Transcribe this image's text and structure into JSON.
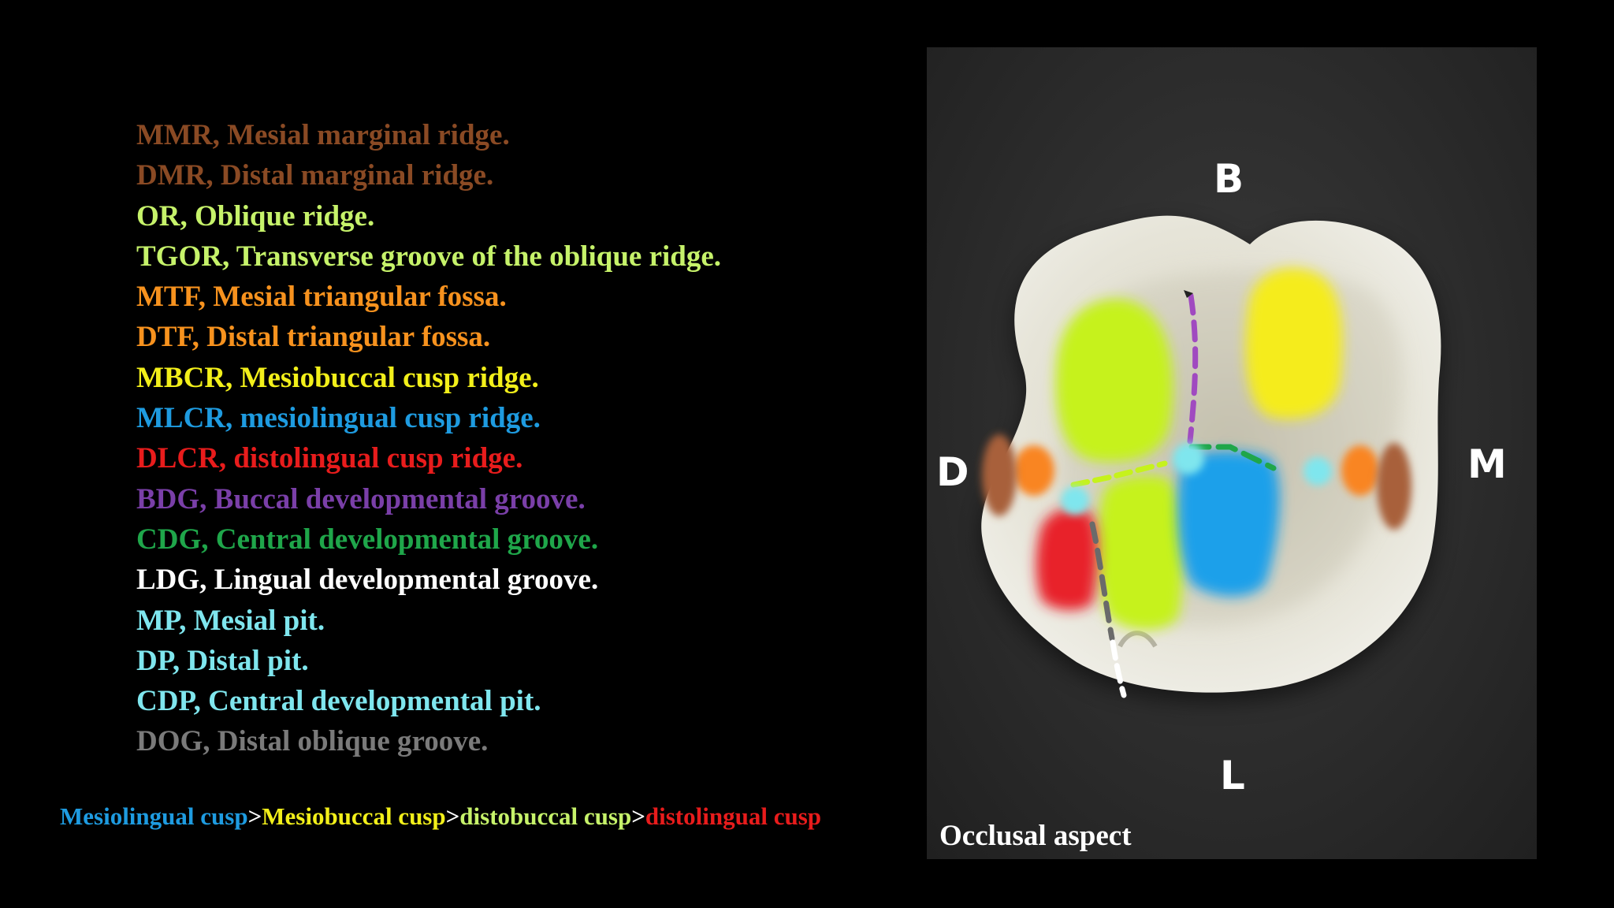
{
  "legend": [
    {
      "text": "MMR, Mesial marginal ridge.",
      "color": "#8a4a24"
    },
    {
      "text": "DMR, Distal marginal ridge.",
      "color": "#8a4a24"
    },
    {
      "text": "OR, Oblique ridge.",
      "color": "#c6f26a"
    },
    {
      "text": "TGOR, Transverse groove of the oblique ridge.",
      "color": "#c6f26a"
    },
    {
      "text": "MTF, Mesial triangular fossa.",
      "color": "#f7921e"
    },
    {
      "text": "DTF, Distal triangular fossa.",
      "color": "#f7921e"
    },
    {
      "text": "MBCR, Mesiobuccal cusp ridge.",
      "color": "#f2ef1a"
    },
    {
      "text": "MLCR, mesiolingual cusp ridge.",
      "color": "#1e9be0"
    },
    {
      "text": "DLCR, distolingual cusp ridge.",
      "color": "#e81c1c"
    },
    {
      "text": "BDG, Buccal developmental groove.",
      "color": "#7a3fa8"
    },
    {
      "text": "CDG, Central developmental groove.",
      "color": "#1fa64a"
    },
    {
      "text": "LDG, Lingual developmental groove.",
      "color": "#ffffff"
    },
    {
      "text": "MP, Mesial pit.",
      "color": "#7fe6ee"
    },
    {
      "text": "DP, Distal pit.",
      "color": "#7fe6ee"
    },
    {
      "text": "CDP, Central developmental pit.",
      "color": "#7fe6ee"
    },
    {
      "text": "DOG, Distal oblique groove.",
      "color": "#7a7a7a"
    }
  ],
  "cusp_order": [
    {
      "text": "Mesiolingual cusp",
      "color": "#1e9be0"
    },
    {
      "text": ">",
      "color": "#ffffff"
    },
    {
      "text": "Mesiobuccal cusp",
      "color": "#f2ef1a"
    },
    {
      "text": ">",
      "color": "#ffffff"
    },
    {
      "text": "distobuccal cusp",
      "color": "#c6f26a"
    },
    {
      "text": ">",
      "color": "#ffffff"
    },
    {
      "text": "distolingual cusp",
      "color": "#e81c1c"
    }
  ],
  "directions": {
    "buccal": "B",
    "lingual": "L",
    "distal": "D",
    "mesial": "M"
  },
  "caption": "Occlusal aspect"
}
